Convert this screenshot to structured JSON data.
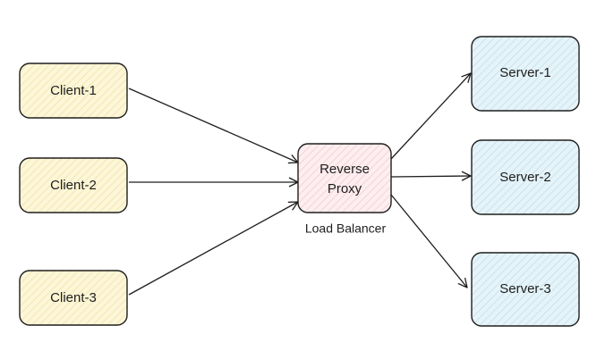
{
  "clients": [
    {
      "label": "Client-1"
    },
    {
      "label": "Client-2"
    },
    {
      "label": "Client-3"
    }
  ],
  "proxy": {
    "label_line1": "Reverse",
    "label_line2": "Proxy",
    "caption": "Load Balancer"
  },
  "servers": [
    {
      "label": "Server-1"
    },
    {
      "label": "Server-2"
    },
    {
      "label": "Server-3"
    }
  ],
  "colors": {
    "client_fill": "#fdf6d8",
    "client_hatch": "#f2e7b0",
    "proxy_fill": "#fdeef0",
    "proxy_hatch": "#f4d3d8",
    "server_fill": "#e6f4f9",
    "server_hatch": "#c7e3ee",
    "stroke": "#1e1e1e"
  }
}
